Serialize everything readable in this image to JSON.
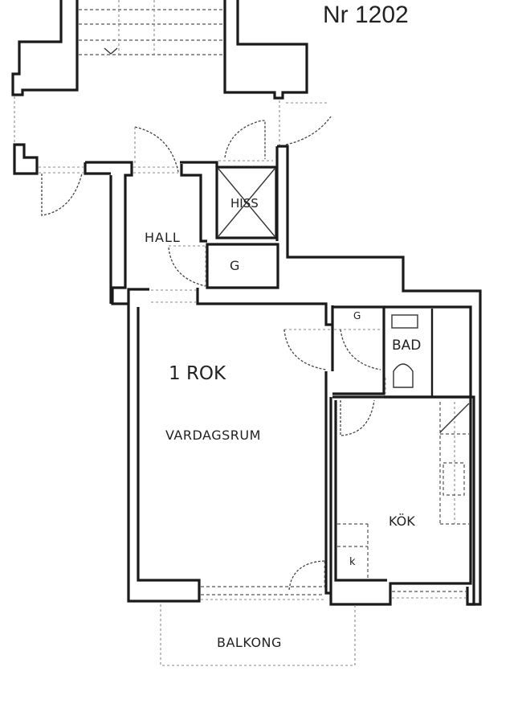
{
  "plan": {
    "apartment_number": "Nr 1202",
    "apartment_type": "1 ROK",
    "colors": {
      "wall": "#1a1a1a",
      "background": "#ffffff",
      "text": "#222222"
    }
  },
  "rooms": [
    {
      "id": "hall",
      "label": "HALL"
    },
    {
      "id": "hiss",
      "label": "HISS"
    },
    {
      "id": "closet-hall",
      "label": "G"
    },
    {
      "id": "vardagsrum",
      "label": "VARDAGSRUM"
    },
    {
      "id": "closet-bath",
      "label": "G"
    },
    {
      "id": "bad",
      "label": "BAD"
    },
    {
      "id": "kok",
      "label": "KÖK"
    },
    {
      "id": "kyl",
      "label": "k"
    },
    {
      "id": "balkong",
      "label": "BALKONG"
    }
  ]
}
